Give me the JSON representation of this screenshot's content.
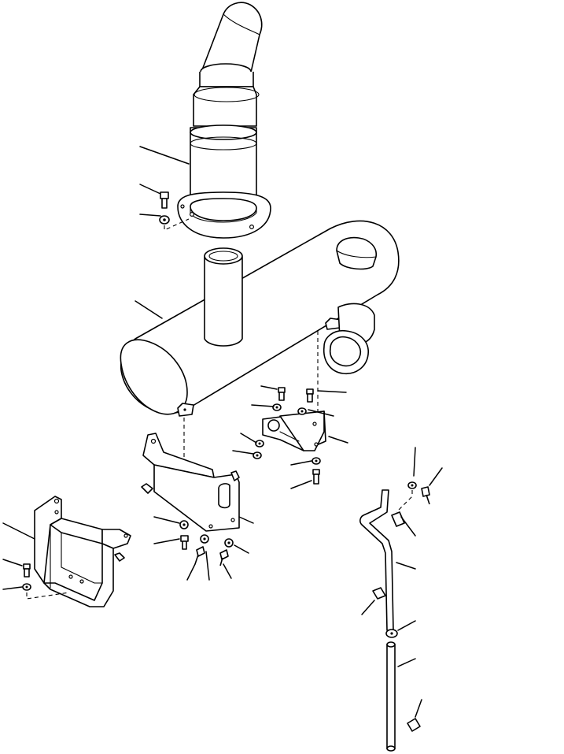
{
  "figure": {
    "background": "#ffffff",
    "stroke_color": "#000000",
    "parts": [
      "exhaust-stack",
      "stack-bolt",
      "stack-washer",
      "muffler",
      "muffler-outlet-pipe",
      "muffler-inlet-elbow",
      "left-muffler-bracket",
      "right-muffler-bracket",
      "guard-bracket",
      "drain-tube",
      "drain-hose",
      "tube-clamp",
      "hose-clamp"
    ]
  }
}
